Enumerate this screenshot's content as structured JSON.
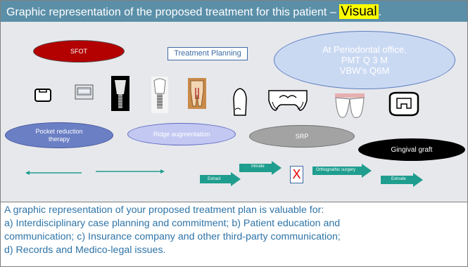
{
  "header": {
    "title_prefix": "Graphic representation of the proposed treatment for this patient –",
    "title_highlight": "Visual",
    "title_suffix": "."
  },
  "labels": {
    "sfot": "SFOT",
    "treatment_planning": "Treatment Planning",
    "perio_line1": "At Periodontal office,",
    "perio_line2": "PMT Q 3 M",
    "perio_line3": "VBW's Q6M",
    "pocket_line1": "Pocket reduction",
    "pocket_line2": "therapy",
    "ridge": "Ridge augmentation",
    "srp": "SRP",
    "gingival": "Gingival graft"
  },
  "arrows": {
    "extract": "Extract",
    "intrude": "Intrude",
    "ortho": "Orthognathic surgery",
    "extrude": "Extrude",
    "x_mark": "X"
  },
  "icons": [
    "crown-icon",
    "bridge-icon",
    "implant-crown-icon",
    "implant-icon",
    "tooth-xray-icon",
    "tooth-outline-icon",
    "bridge-outline-icon",
    "tooth-model-icon",
    "denture-icon"
  ],
  "caption": {
    "line1": "A graphic representation of your proposed treatment plan is valuable for:",
    "line2": "a) Interdisciplinary case planning and commitment;  b) Patient education and",
    "line3": "communication;  c) Insurance company and other third-party communication;",
    "line4": "d) Records and Medico-legal issues."
  },
  "colors": {
    "header": "#5b8fa8",
    "caption_text": "#2e74a8",
    "arrow": "#1f9e8f",
    "sfot": "#b30000"
  }
}
